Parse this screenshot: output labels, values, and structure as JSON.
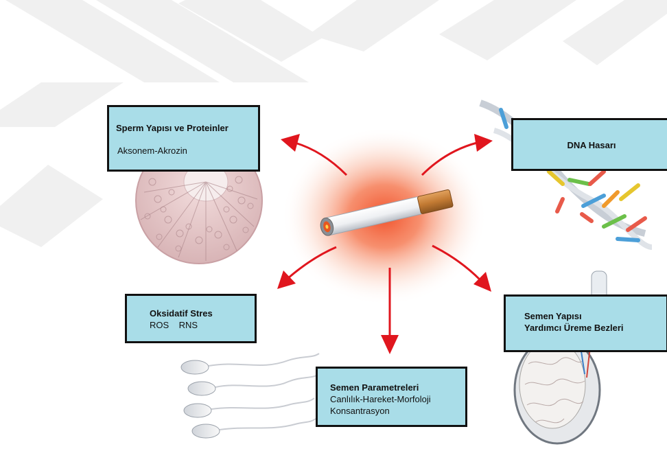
{
  "boxes": {
    "sperm": {
      "title": "Sperm Yapısı ve Proteinler",
      "line1": "Aksonem-Akrozin"
    },
    "dna": {
      "title": "DNA Hasarı"
    },
    "oksidatif": {
      "title": "Oksidatif Stres",
      "line1": "ROS    RNS"
    },
    "semen_yapisi": {
      "title": "Semen Yapısı",
      "line1": "Yardımcı Üreme Bezleri"
    },
    "semen_parametreleri": {
      "title": "Semen Parametreleri",
      "line1": "Canlılık-Hareket-Morfoloji",
      "line2": "Konsantrasyon"
    }
  },
  "colors": {
    "box_fill": "#a9dde8",
    "box_border": "#111111",
    "arrow": "#e0161e",
    "glow": "#f25a2a",
    "watermark": "#ebebeb"
  }
}
